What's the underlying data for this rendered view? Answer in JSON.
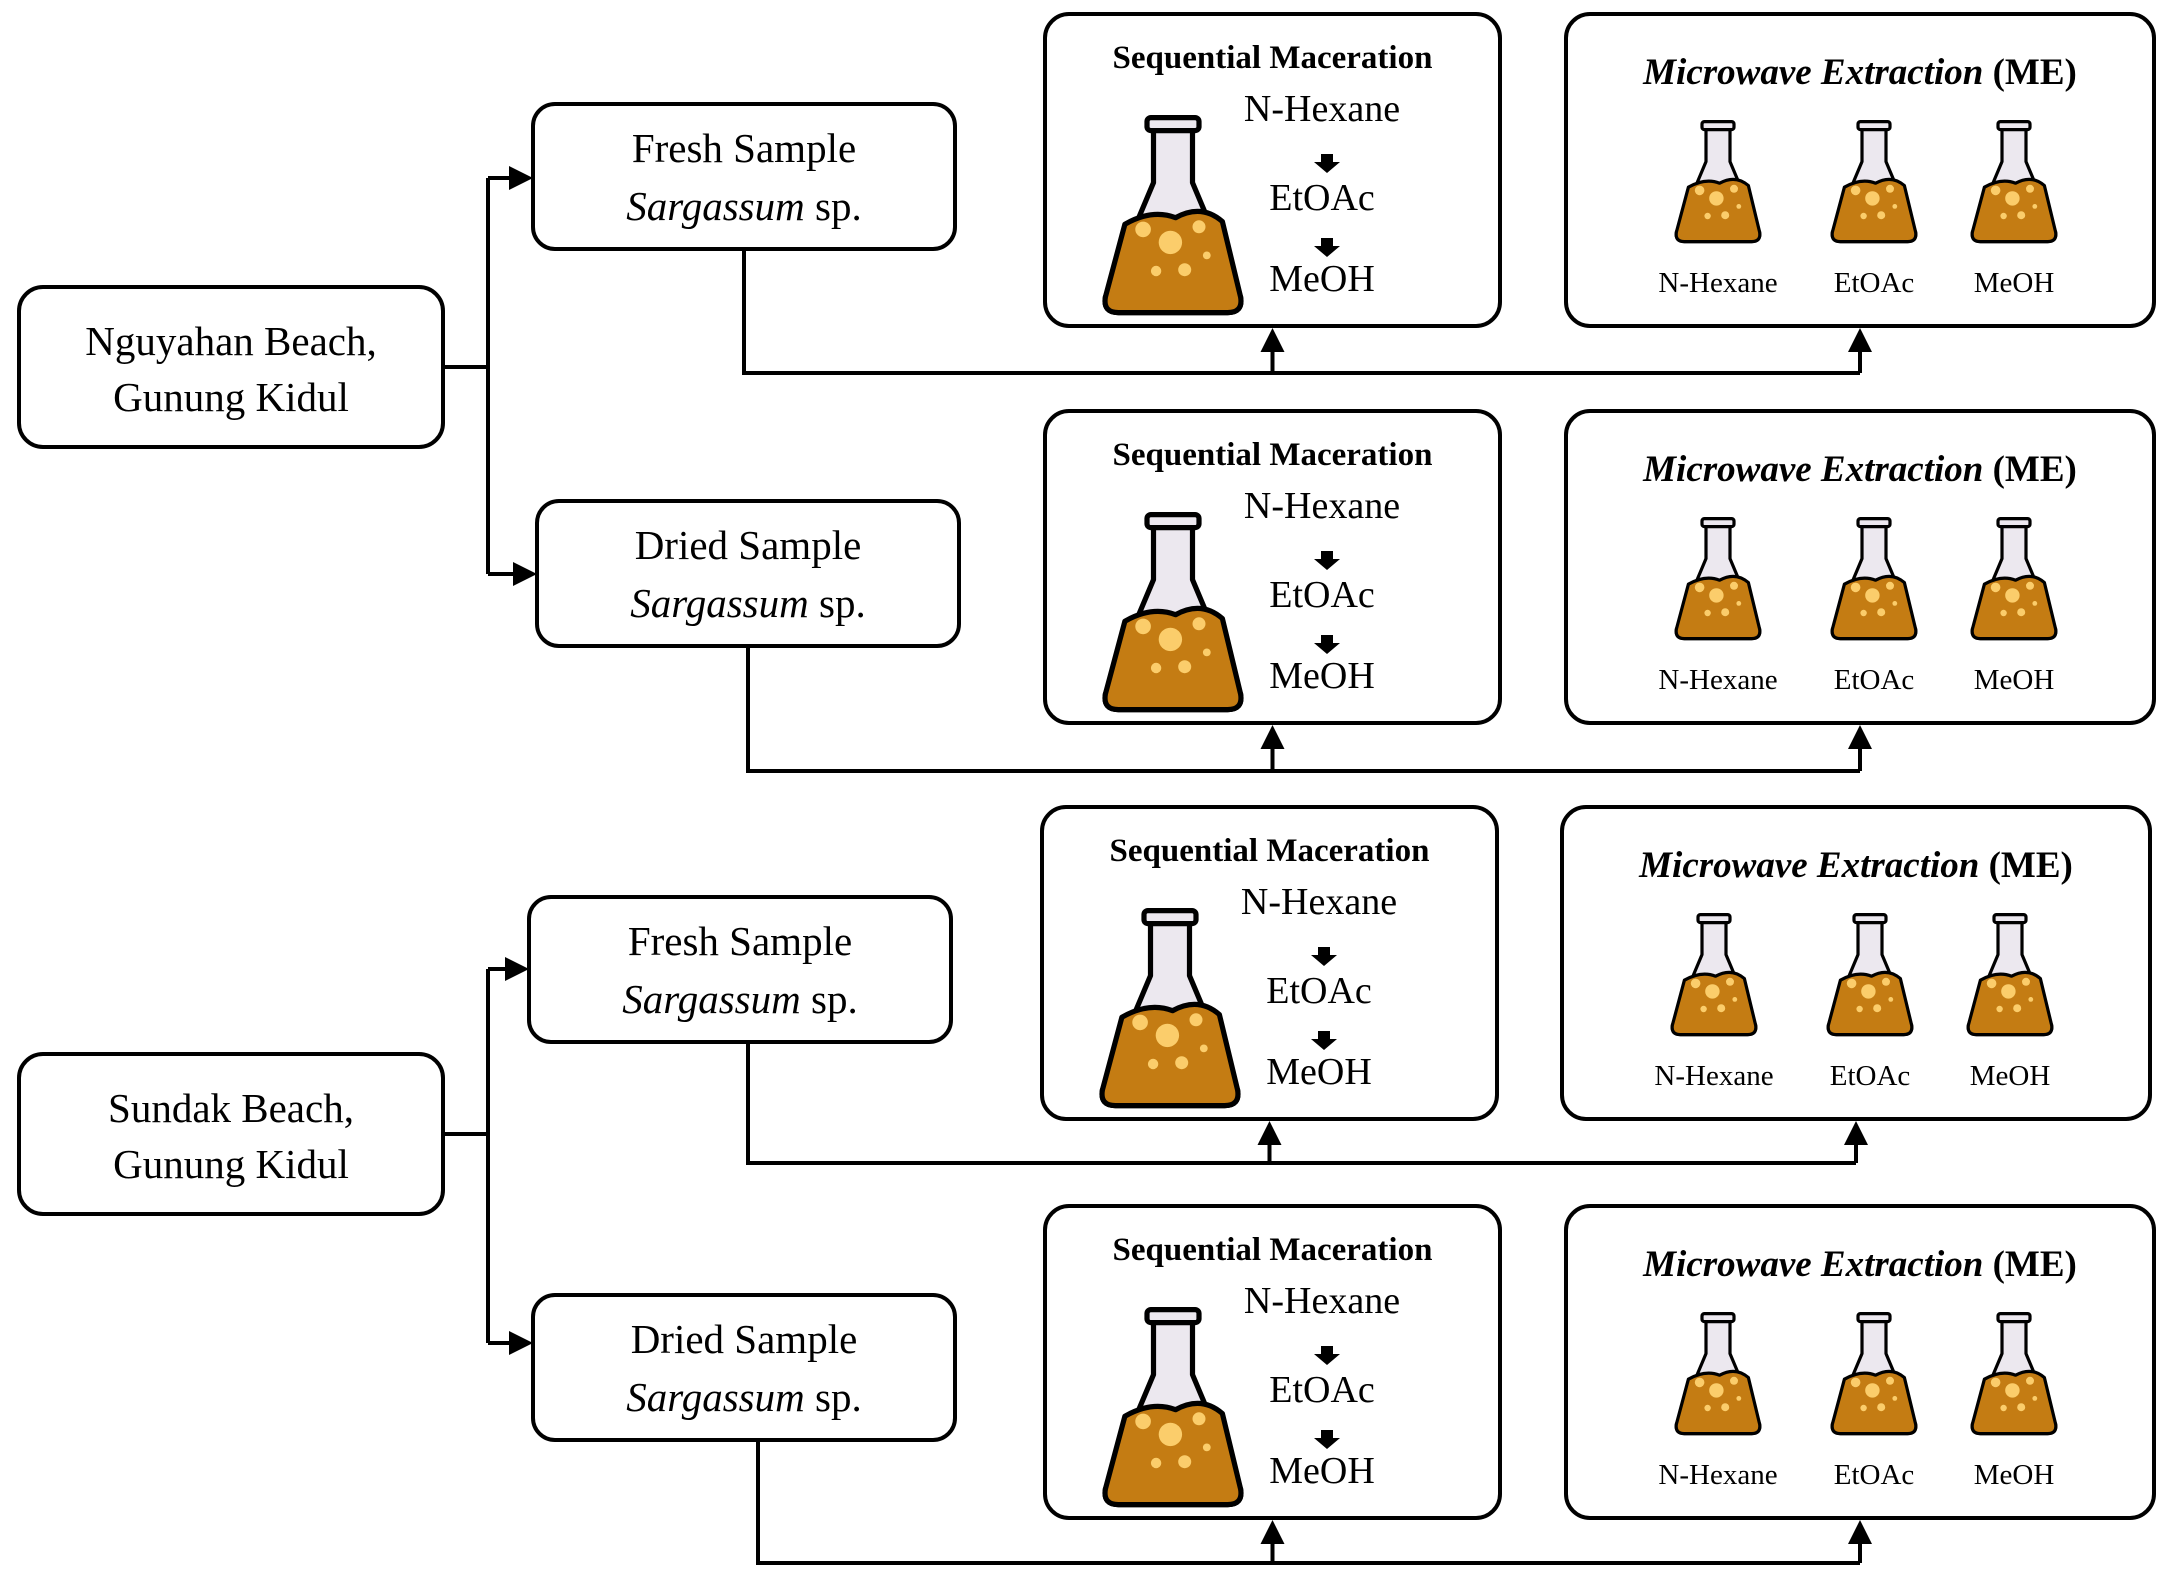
{
  "colors": {
    "liquid": "#c47c13",
    "bubble": "#fbcd6b",
    "glass": "#ece8ef"
  },
  "locations": [
    {
      "line1": "Nguyahan Beach,",
      "line2": "Gunung Kidul"
    },
    {
      "line1": "Sundak Beach,",
      "line2": "Gunung Kidul"
    }
  ],
  "samples": [
    {
      "type": "Fresh Sample",
      "genus": "Sargassum",
      "suffix": " sp."
    },
    {
      "type": "Dried Sample",
      "genus": "Sargassum",
      "suffix": " sp."
    },
    {
      "type": "Fresh Sample",
      "genus": "Sargassum",
      "suffix": " sp."
    },
    {
      "type": "Dried Sample",
      "genus": "Sargassum",
      "suffix": " sp."
    }
  ],
  "maceration": {
    "title": "Sequential Maceration",
    "steps": [
      "N-Hexane",
      "EtOAc",
      "MeOH"
    ],
    "icon": "flask-icon"
  },
  "microwave": {
    "title_italic": "Microwave Extraction",
    "title_suffix": " (ME)",
    "solvents": [
      "N-Hexane",
      "EtOAc",
      "MeOH"
    ],
    "icon": "flask-icon"
  }
}
